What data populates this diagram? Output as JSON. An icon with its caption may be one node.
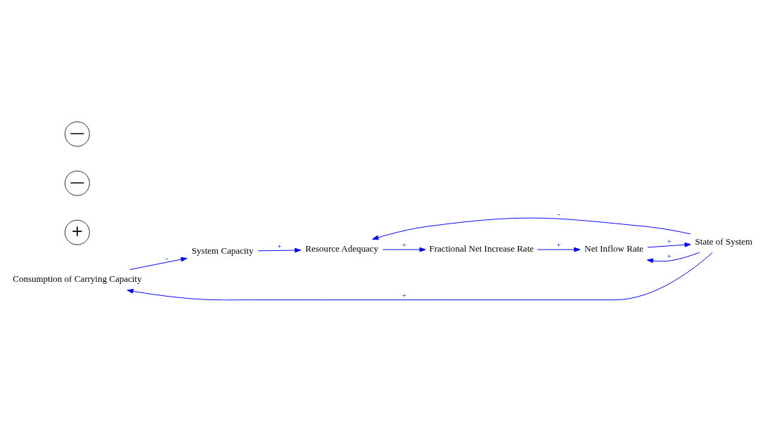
{
  "diagram": {
    "nodes": [
      {
        "text": [
          "Consumption of Carrying Capacity"
        ]
      },
      {
        "text": [
          "Net Inflow Rate"
        ]
      },
      {
        "text": [
          "State of System"
        ]
      },
      {
        "text": [
          "System Capacity"
        ]
      },
      {
        "text": [
          "Fractional Net Increase Rate"
        ]
      },
      {
        "text": [
          "Resource Adequacy"
        ]
      }
    ],
    "edges": [
      {
        "from": 1,
        "to": 2,
        "arrow": "to",
        "label": "+"
      },
      {
        "from": 2,
        "to": 1,
        "arrow": "to",
        "label": "+"
      },
      {
        "from": 2,
        "to": 0,
        "arrow": "to",
        "label": "+"
      },
      {
        "from": 0,
        "to": 3,
        "arrow": "to",
        "label": "-"
      },
      {
        "from": 3,
        "to": 5,
        "arrow": "to",
        "label": "+"
      },
      {
        "from": 2,
        "to": 5,
        "arrow": "to",
        "label": "-"
      },
      {
        "from": 5,
        "to": 4,
        "arrow": "to",
        "label": "+"
      },
      {
        "from": 4,
        "to": 1,
        "arrow": "to",
        "label": "+"
      }
    ],
    "labels": [
      "+",
      "—",
      "—"
    ]
  }
}
